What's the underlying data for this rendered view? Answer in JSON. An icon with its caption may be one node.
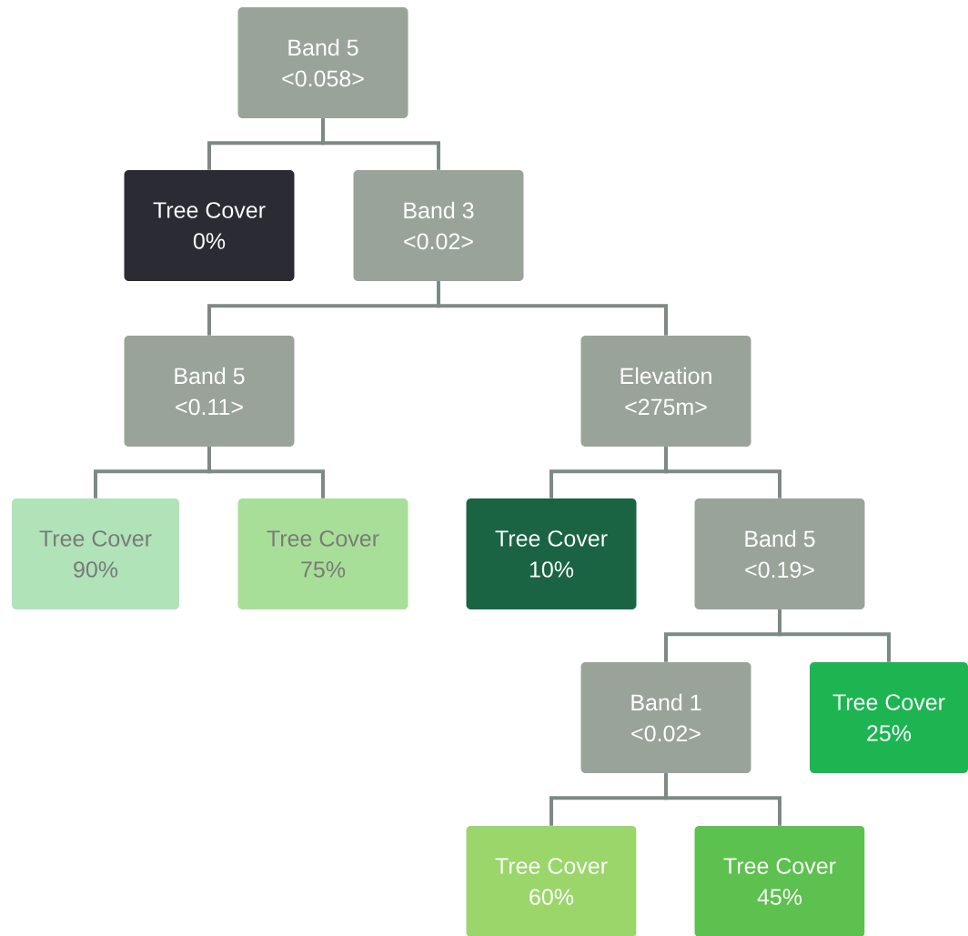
{
  "diagram": {
    "nodes": [
      {
        "text": [
          "Band 5",
          "<0.058>"
        ]
      },
      {
        "text": [
          "Tree Cover",
          "0%"
        ]
      },
      {
        "text": [
          "Band 3",
          "<0.02>"
        ]
      },
      {
        "text": [
          "Band 5",
          "<0.11>"
        ]
      },
      {
        "text": [
          "Elevation",
          "<275m>"
        ]
      },
      {
        "text": [
          "Tree Cover",
          "90%"
        ]
      },
      {
        "text": [
          "Tree Cover",
          "75%"
        ]
      },
      {
        "text": [
          "Tree Cover",
          "10%"
        ]
      },
      {
        "text": [
          "Band 5",
          "<0.19>"
        ]
      },
      {
        "text": [
          "Band 1",
          "<0.02>"
        ]
      },
      {
        "text": [
          "Tree Cover",
          "25%"
        ]
      },
      {
        "text": [
          "Tree Cover",
          "60%"
        ]
      },
      {
        "text": [
          "Tree Cover",
          "45%"
        ]
      }
    ],
    "edges": [
      {
        "from": 0,
        "to": 1,
        "arrow": "none"
      },
      {
        "from": 0,
        "to": 2,
        "arrow": "none"
      },
      {
        "from": 2,
        "to": 3,
        "arrow": "none"
      },
      {
        "from": 2,
        "to": 4,
        "arrow": "none"
      },
      {
        "from": 3,
        "to": 5,
        "arrow": "none"
      },
      {
        "from": 3,
        "to": 6,
        "arrow": "none"
      },
      {
        "from": 4,
        "to": 7,
        "arrow": "none"
      },
      {
        "from": 4,
        "to": 8,
        "arrow": "none"
      },
      {
        "from": 8,
        "to": 9,
        "arrow": "none"
      },
      {
        "from": 8,
        "to": 10,
        "arrow": "none"
      },
      {
        "from": 9,
        "to": 11,
        "arrow": "none"
      },
      {
        "from": 9,
        "to": 12,
        "arrow": "none"
      }
    ]
  }
}
